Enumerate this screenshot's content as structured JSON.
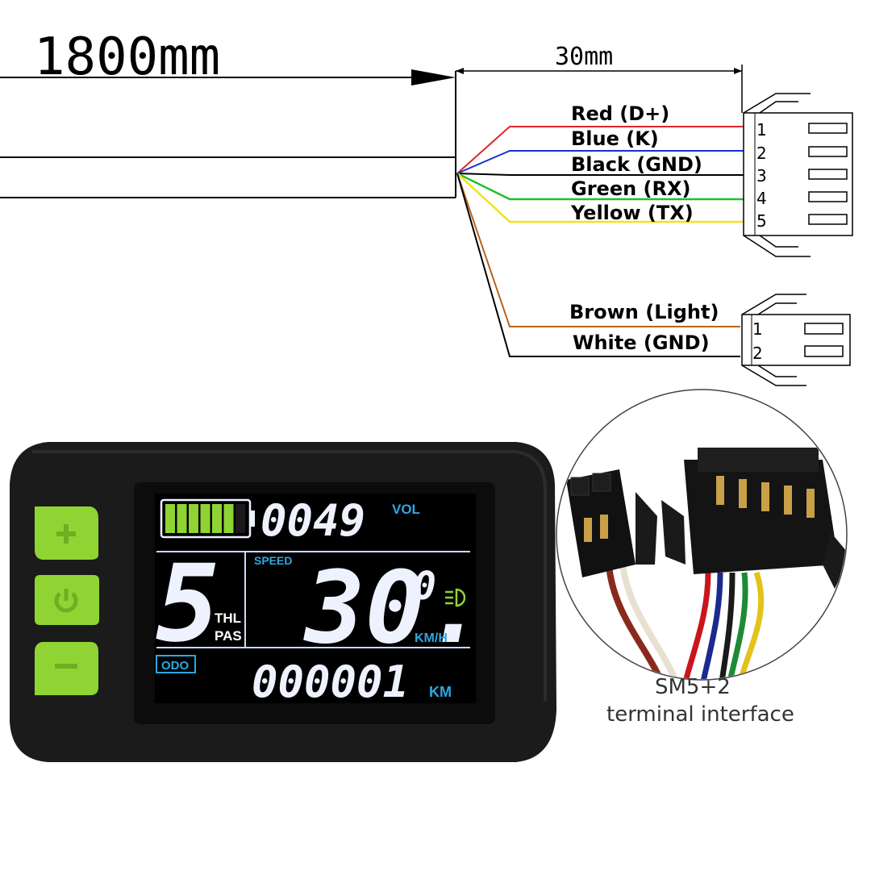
{
  "dimensions": {
    "cable_length": "1800mm",
    "lead_length": "30mm"
  },
  "connector_5pin": {
    "wires": [
      {
        "label": "Red (D+)",
        "pin": "1",
        "color": "#e0262b"
      },
      {
        "label": "Blue (K)",
        "pin": "2",
        "color": "#1a2fd0"
      },
      {
        "label": "Black (GND)",
        "pin": "3",
        "color": "#000000"
      },
      {
        "label": "Green (RX)",
        "pin": "4",
        "color": "#22c02a"
      },
      {
        "label": "Yellow (TX)",
        "pin": "5",
        "color": "#f2e21a"
      }
    ]
  },
  "connector_2pin": {
    "wires": [
      {
        "label": "Brown (Light)",
        "pin": "1",
        "color": "#b8641c"
      },
      {
        "label": "White (GND)",
        "pin": "2",
        "color": "#000000"
      }
    ]
  },
  "display": {
    "voltage_value": "0049",
    "voltage_label": "VOL",
    "battery_level": 0.85,
    "assist_level": "5",
    "thl_label": "THL",
    "pas_label": "PAS",
    "speed_label": "SPEED",
    "speed_value": "30.",
    "speed_decimal": "0",
    "speed_unit": "KM/H",
    "odo_label": "ODO",
    "odo_value": "000001",
    "odo_unit": "KM",
    "buttons": [
      {
        "symbol": "+",
        "icon": "plus-icon"
      },
      {
        "symbol": "power",
        "icon": "power-icon"
      },
      {
        "symbol": "−",
        "icon": "minus-icon"
      }
    ],
    "accent_color": "#8fd433",
    "lcd_label_color": "#2ea7e0"
  },
  "caption": {
    "line1": "SM5+2",
    "line2": "terminal interface"
  }
}
